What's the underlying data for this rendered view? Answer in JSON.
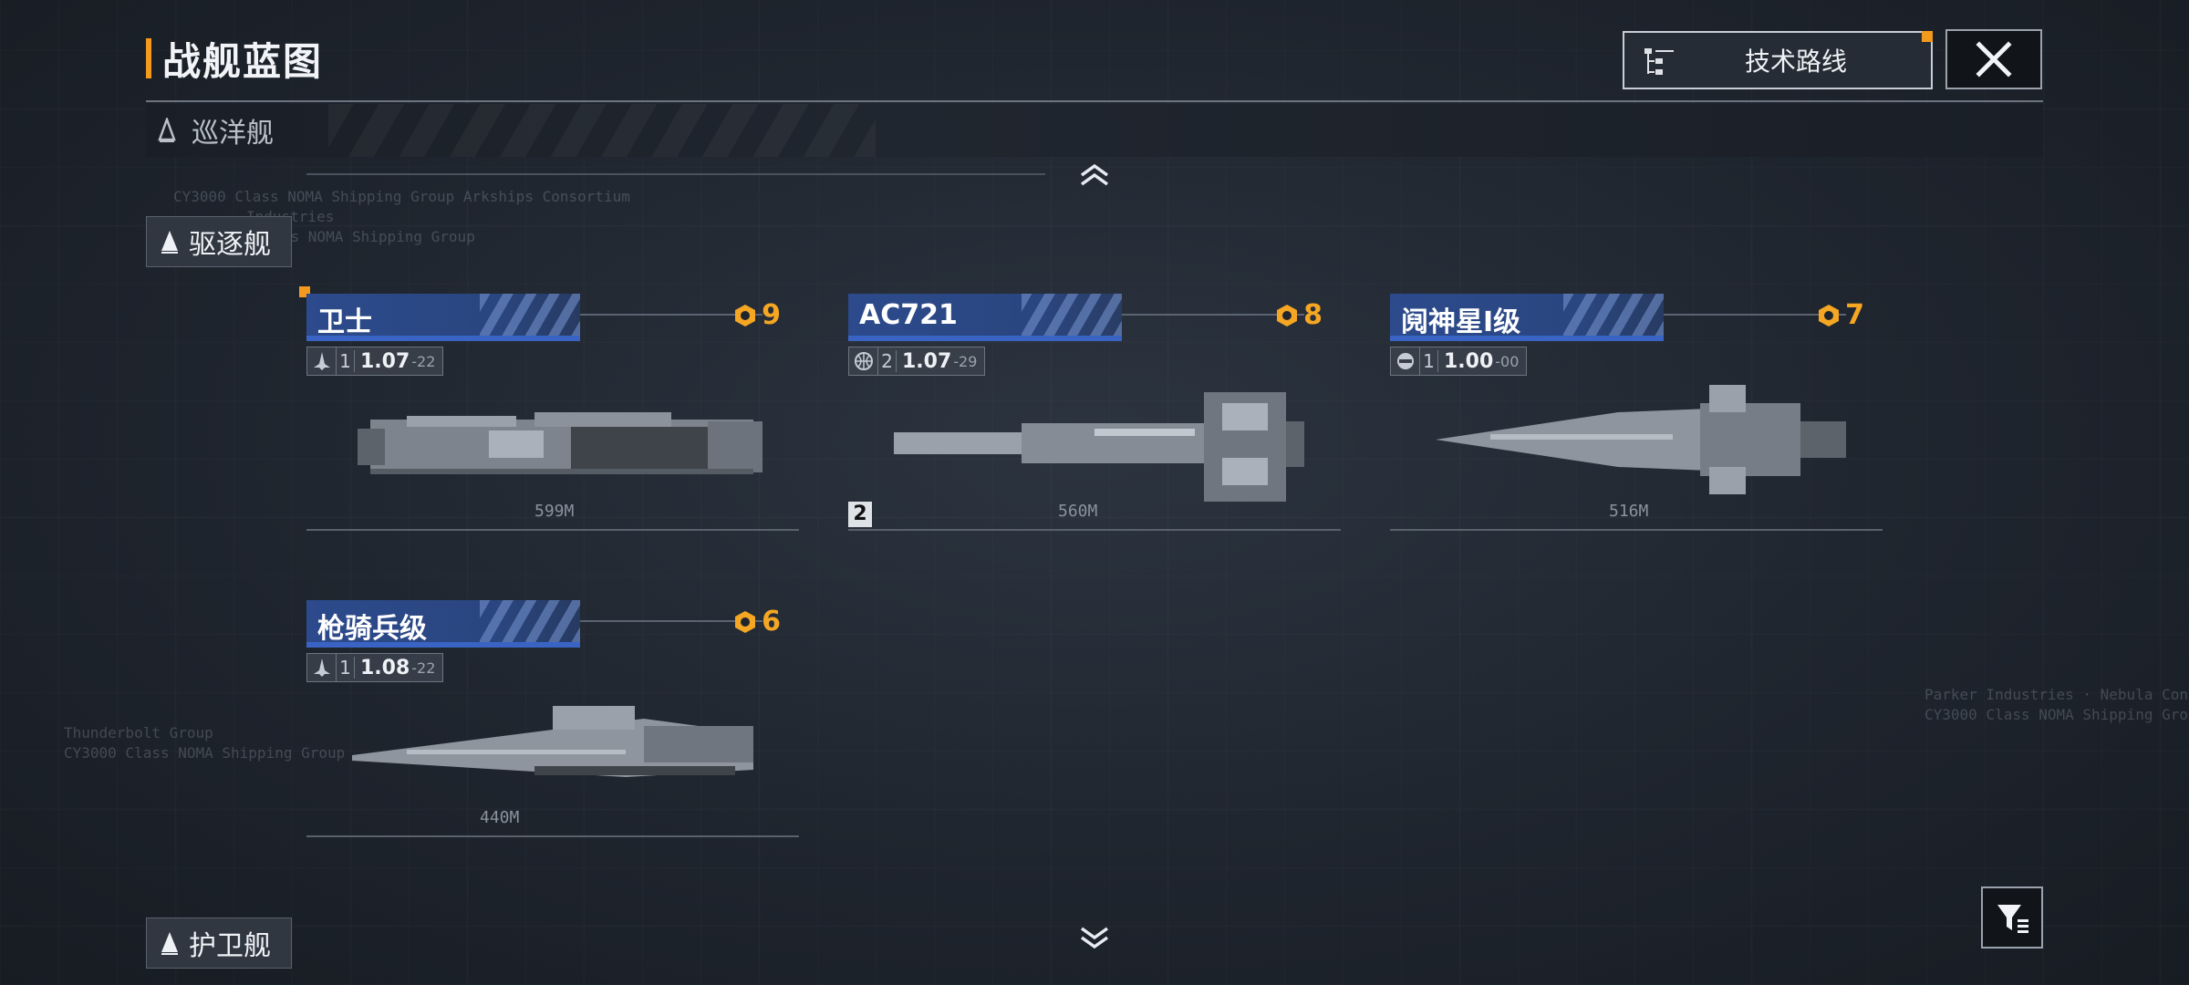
{
  "header": {
    "title": "战舰蓝图",
    "tech_route_label": "技术路线",
    "close_icon": "close-icon",
    "accent_color": "#f39a1e"
  },
  "categories": {
    "cruiser": "巡洋舰",
    "destroyer": "驱逐舰",
    "frigate": "护卫舰"
  },
  "ships": [
    {
      "name": "卫士",
      "rank": "9",
      "tier": "1",
      "version": "1.07",
      "sub": "-22",
      "length": "599M",
      "type_icon": "fighter-icon"
    },
    {
      "name": "AC721",
      "rank": "8",
      "tier": "2",
      "version": "1.07",
      "sub": "-29",
      "length": "560M",
      "type_icon": "globe-icon",
      "level_badge": "2"
    },
    {
      "name": "阋神星Ⅰ级",
      "rank": "7",
      "tier": "1",
      "version": "1.00",
      "sub": "-00",
      "length": "516M",
      "type_icon": "faction-icon"
    },
    {
      "name": "枪骑兵级",
      "rank": "6",
      "tier": "1",
      "version": "1.08",
      "sub": "-22",
      "length": "440M",
      "type_icon": "fighter-icon"
    }
  ],
  "colors": {
    "rank": "#f5a623",
    "name_plate": "#2c4a8c"
  }
}
